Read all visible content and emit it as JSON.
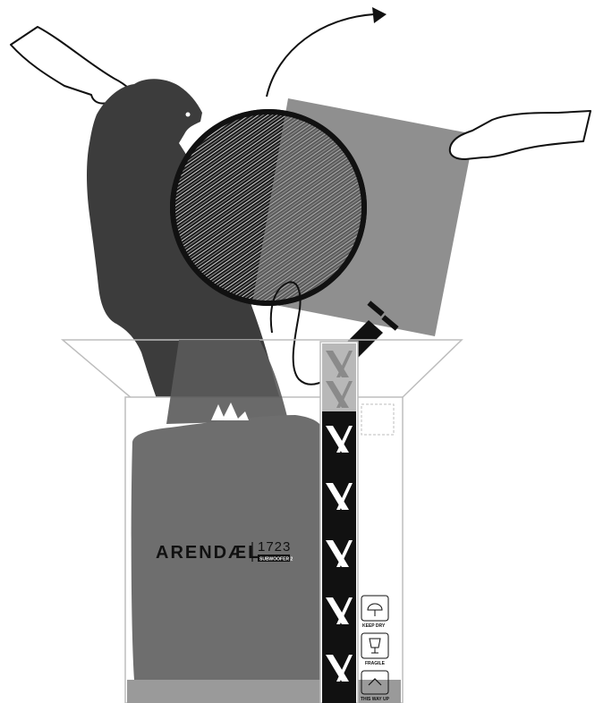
{
  "product": {
    "brand": "ARENDÆL",
    "model_number": "1723",
    "model_name": "SUBWOOFER 2"
  },
  "box_labels": {
    "keep_dry": "KEEP DRY",
    "fragile": "FRAGILE",
    "this_way_up": "THIS WAY UP"
  },
  "icons": {
    "keep_dry": "umbrella-icon",
    "fragile": "wine-glass-icon",
    "this_way_up": "up-arrow-icon"
  },
  "colors": {
    "box_gray": "#8c8c8c",
    "bag_gray": "#6e6e6e",
    "dark": "#3c3c3c",
    "black": "#111111",
    "panel_gray": "#8f8f8f"
  }
}
